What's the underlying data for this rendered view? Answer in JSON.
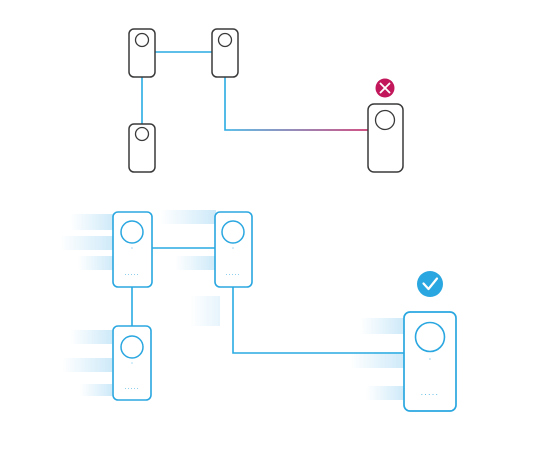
{
  "colors": {
    "gray_device": "#3a3a3a",
    "blue_line": "#29abe2",
    "magenta_line": "#c2185b",
    "fail_badge": "#c2185b",
    "ok_badge": "#2aa7e0",
    "blue_device": "#1fa6e6"
  },
  "panels": [
    {
      "name": "top-diagram",
      "devices": [
        "device-1",
        "device-2",
        "device-3",
        "device-4"
      ],
      "links": [
        {
          "from": "device-1",
          "to": "device-2",
          "color": "#29abe2"
        },
        {
          "from": "device-1",
          "to": "device-3",
          "color": "#29abe2"
        },
        {
          "from": "device-2",
          "to": "device-4",
          "gradient": [
            "#29abe2",
            "#c2185b"
          ]
        }
      ],
      "status_icon": "close-icon",
      "status": "failed"
    },
    {
      "name": "bottom-diagram",
      "devices": [
        "device-1",
        "device-2",
        "device-3",
        "device-4"
      ],
      "links": [
        {
          "from": "device-1",
          "to": "device-2",
          "color": "#29abe2"
        },
        {
          "from": "device-1",
          "to": "device-3",
          "color": "#29abe2"
        },
        {
          "from": "device-2",
          "to": "device-4",
          "color": "#29abe2"
        }
      ],
      "status_icon": "check-icon",
      "status": "connected"
    }
  ]
}
